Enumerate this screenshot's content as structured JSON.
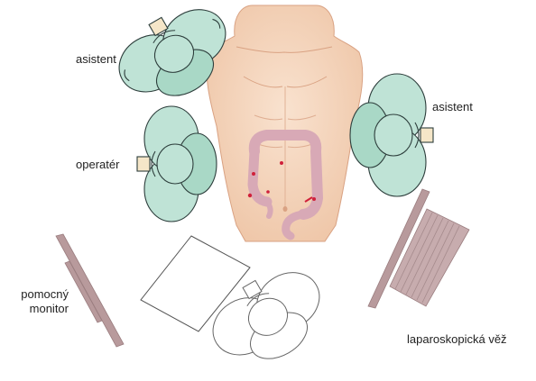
{
  "labels": {
    "assistant_left": "asistent",
    "assistant_right": "asistent",
    "surgeon": "operatér",
    "aux_monitor_line1": "pomocný",
    "aux_monitor_line2": "monitor",
    "tower": "laparoskopická věž"
  },
  "colors": {
    "skin": "#f5d7bf",
    "skin_shade": "#e8b99b",
    "colon": "#d8a9b6",
    "gown": "#bfe3d6",
    "gown_outline": "#2d3e3c",
    "equipment": "#b89a9c",
    "port_marker": "#d0203a"
  }
}
